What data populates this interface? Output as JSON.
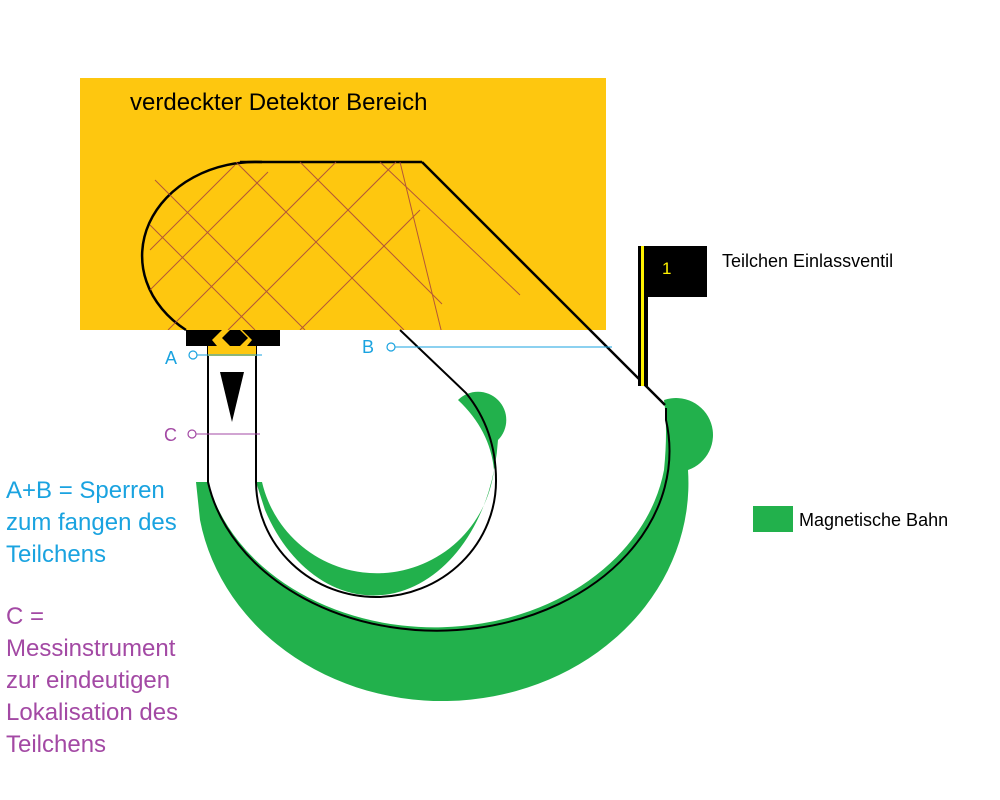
{
  "detector_label": "verdeckter Detektor Bereich",
  "valve": {
    "number": "1",
    "label": "Teilchen Einlassventil"
  },
  "markers": {
    "a": "A",
    "b": "B",
    "c": "C"
  },
  "legend": {
    "label": "Magnetische Bahn",
    "color": "#22b14c"
  },
  "notes": {
    "ab_lines": [
      "A+B = Sperren",
      "zum fangen des",
      "Teilchens"
    ],
    "c_lines": [
      "C =",
      "Messinstrument",
      "zur eindeutigen",
      "Lokalisation des",
      "Teilchens"
    ]
  },
  "colors": {
    "detector": "#fec70f",
    "magnetic": "#22b14c",
    "ab_text": "#1aa3e0",
    "c_text": "#a349a4",
    "hatch": "#a7443e",
    "valve_stripe": "#fff200"
  }
}
